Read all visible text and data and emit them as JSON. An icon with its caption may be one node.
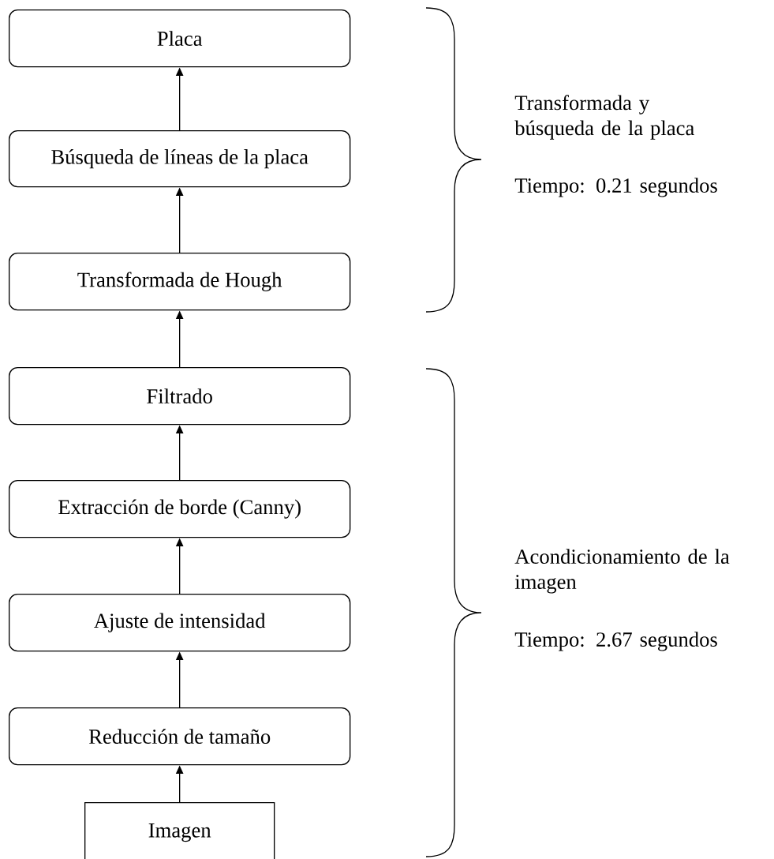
{
  "diagram": {
    "nodes": [
      {
        "text": [
          "Placa"
        ]
      },
      {
        "text": [
          "Búsqueda de líneas de la placa"
        ]
      },
      {
        "text": [
          "Transformada de Hough"
        ]
      },
      {
        "text": [
          "Filtrado"
        ]
      },
      {
        "text": [
          "Extracción de borde (Canny)"
        ]
      },
      {
        "text": [
          "Ajuste de intensidad"
        ]
      },
      {
        "text": [
          "Reducción de tamaño"
        ]
      },
      {
        "text": [
          "Imagen"
        ]
      }
    ],
    "edges": [
      {
        "from": 1,
        "to": 0,
        "arrow": "to"
      },
      {
        "from": 2,
        "to": 1,
        "arrow": "to"
      },
      {
        "from": 3,
        "to": 2,
        "arrow": "to"
      },
      {
        "from": 4,
        "to": 3,
        "arrow": "to"
      },
      {
        "from": 5,
        "to": 4,
        "arrow": "to"
      },
      {
        "from": 6,
        "to": 5,
        "arrow": "to"
      },
      {
        "from": 7,
        "to": 6,
        "arrow": "to"
      }
    ],
    "labels": [
      "Transformada y búsqueda de la placa",
      "Tiempo: 0.21 segundos",
      "Acondicionamiento de la imagen",
      "Tiempo: 2.67 segundos"
    ]
  }
}
